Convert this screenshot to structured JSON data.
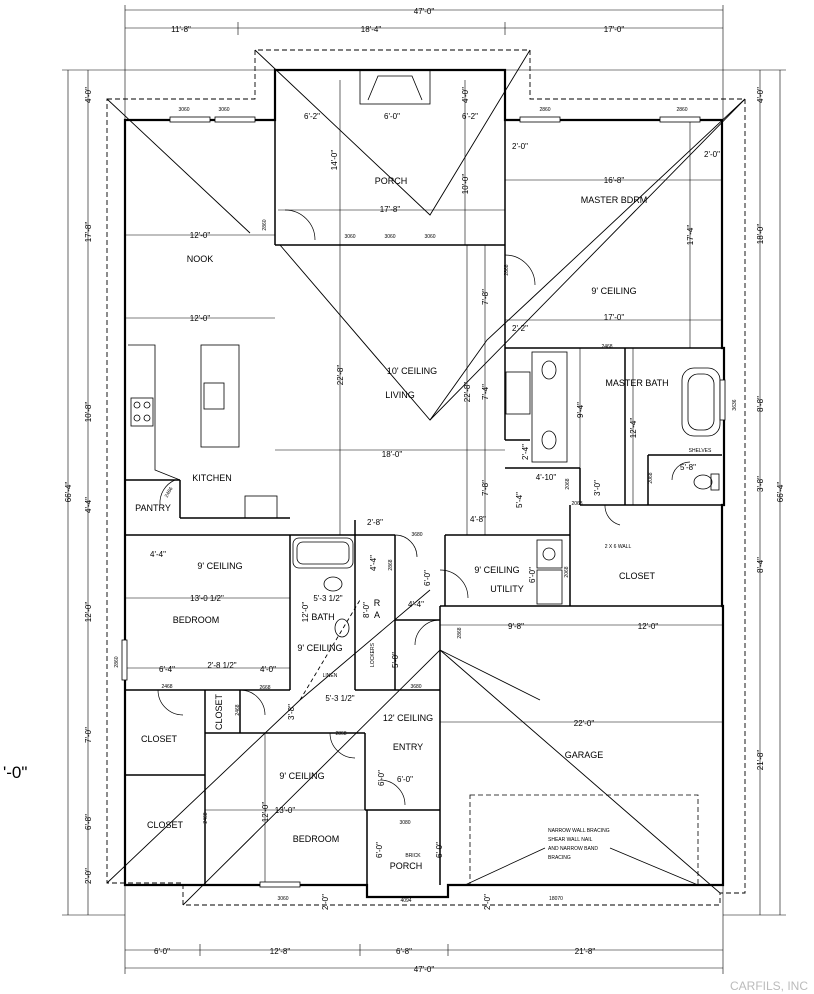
{
  "dimensions": {
    "overall_width": "47'-0\"",
    "overall_depth": "66'-4\"",
    "top": [
      "11'-8\"",
      "18'-4\"",
      "17'-0\""
    ],
    "bottom": [
      "6'-0\"",
      "12'-8\"",
      "6'-8\"",
      "21'-8\""
    ],
    "left": [
      "4'-0\"",
      "17'-8\"",
      "10'-8\"",
      "4'-4\"",
      "12'-0\"",
      "7'-0\"",
      "6'-8\"",
      "2'-0\""
    ],
    "right": [
      "4'-0\"",
      "18'-0\"",
      "8'-8\"",
      "3'-8\"",
      "8'-4\"",
      "21'-8\""
    ],
    "interior": {
      "porch_left": "6'-2\"",
      "porch_mid": "6'-0\"",
      "porch_right": "6'-2\"",
      "porch_depth": "14'-0\"",
      "porch_width": "17'-8\"",
      "porch_inner": "10'-0\"",
      "porch_top": "4'-0\"",
      "nook_w": "12'-0\"",
      "kitchen_w": "12'-0\"",
      "living_d1": "22'-8\"",
      "living_d2": "22'-8\"",
      "living_w": "18'-0\"",
      "master_w": "16'-8\"",
      "master_d": "17'-4\"",
      "master_17": "17'-0\"",
      "master_2": "2'-0\"",
      "master_2b": "2'-0\"",
      "closet_22": "2'-2\"",
      "hall_78": "7'-8\"",
      "hall_74": "7'-4\"",
      "hall_78b": "7'-8\"",
      "bath_94": "9'-4\"",
      "bath_124": "12'-4\"",
      "bath_24": "2'-4\"",
      "bath_410": "4'-10\"",
      "bath_30": "3'-0\"",
      "bath_58": "5'-8\"",
      "wic_54": "5'-4\"",
      "wic_48": "4'-8\"",
      "bed_44": "4'-4\"",
      "bed_1301": "13'-0 1/2\"",
      "bath2_44": "4'-4\"",
      "bath2_28": "2'-8\"",
      "bath2_531": "5'-3 1/2\"",
      "bath2_120": "12'-0\"",
      "bath2_80": "8'-0\"",
      "bath2_50": "5'-0\"",
      "bath2_531b": "5'-3 1/2\"",
      "bed_64": "6'-4\"",
      "bed_281": "2'-8 1/2\"",
      "bed_40": "4'-0\"",
      "hall_38": "3'-8\"",
      "utility_60": "6'-0\"",
      "utility_44": "4'-4\"",
      "utility_60b": "6'-0\"",
      "garage_98": "9'-8\"",
      "garage_120": "12'-0\"",
      "garage_220": "22'-0\"",
      "entry_60": "6'-0\"",
      "entry_60b": "6'-0\"",
      "bed2_130": "13'-0\"",
      "bed2_120": "12'-0\"",
      "porch2_60": "6'-0\"",
      "porch2_60b": "6'-0\"",
      "b_20a": "2'-0\"",
      "b_20b": "2'-0\""
    }
  },
  "rooms": {
    "porch": "PORCH",
    "master_bdrm": "MASTER BDRM",
    "master_ceiling": "9' CEILING",
    "nook": "NOOK",
    "living": "LIVING",
    "living_ceiling": "10' CEILING",
    "master_bath": "MASTER BATH",
    "shelves": "SHELVES",
    "kitchen": "KITCHEN",
    "pantry": "PANTRY",
    "bedroom1": "BEDROOM",
    "bedroom1_ceiling": "9' CEILING",
    "bath": "BATH",
    "bath_ceiling": "9' CEILING",
    "utility": "UTILITY",
    "utility_ceiling": "9' CEILING",
    "closet_wic": "CLOSET",
    "wall_note": "2 X 6 WALL",
    "closet1": "CLOSET",
    "closet2": "CLOSET",
    "closet3": "CLOSET",
    "entry": "ENTRY",
    "entry_ceiling": "12' CEILING",
    "bedroom2": "BEDROOM",
    "bedroom2_ceiling": "9' CEILING",
    "porch2": "PORCH",
    "brick": "BRICK",
    "garage": "GARAGE",
    "lockers": "LOCKERS",
    "linen": "LINEN",
    "r": "R",
    "a": "A"
  },
  "note": {
    "line1": "NARROW WALL BRACING",
    "line2": "SHEAR WALL NAIL",
    "line3": "AND NARROW BAND",
    "line4": "BRACING"
  },
  "openings": {
    "w3060a": "3060",
    "w3060b": "3060",
    "w2860a": "2860",
    "w2860b": "2860",
    "w3060c": "3060",
    "w3060d": "3060",
    "w3060e": "3060",
    "d2860": "2860",
    "d2868": "2868",
    "d2468a": "2468",
    "d3636": "3636",
    "d2466": "2466",
    "d2068a": "2068",
    "d2068b": "2068",
    "d2068c": "2068",
    "d3680a": "3680",
    "d2868b": "2868",
    "d2068d": "2068",
    "d2668": "2668",
    "d2468b": "2468",
    "d2468c": "2468",
    "d2468d": "2468",
    "d2868c": "2868",
    "d2868d": "2868",
    "d3680b": "3680",
    "d2860b": "2860",
    "d3080": "3080",
    "d4094": "4094",
    "d18070": "18070",
    "w3060f": "3060"
  },
  "cutoff_label": "'-0\"",
  "watermark": "CARFILS, INC"
}
